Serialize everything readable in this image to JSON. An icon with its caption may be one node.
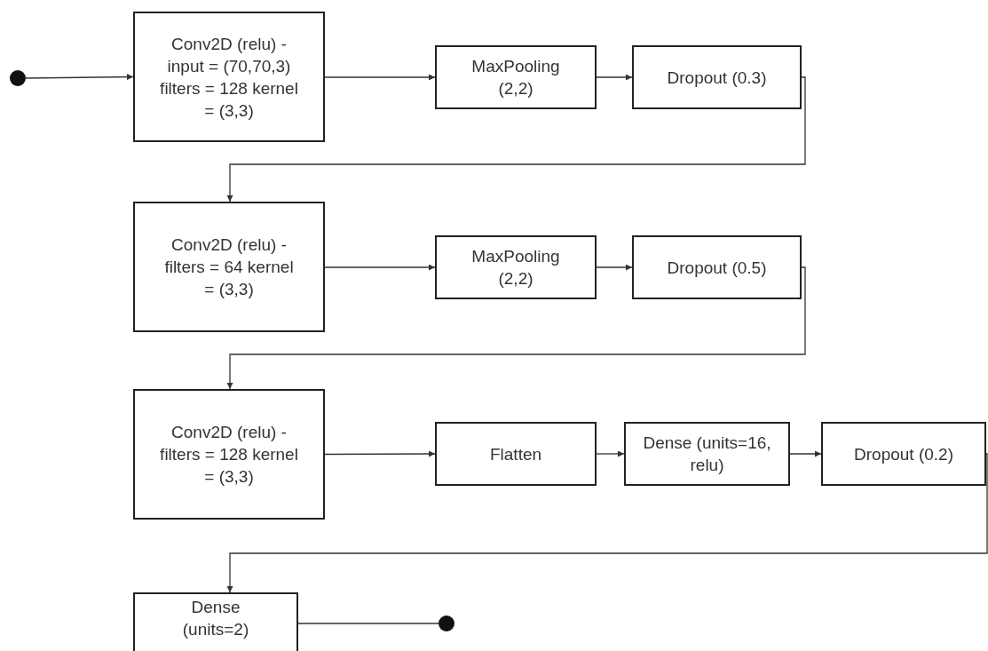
{
  "diagram": {
    "nodes": [
      {
        "text": [],
        "shape": "circle"
      },
      {
        "text": [
          "Conv2D (relu) - input = (70,70,3) filters = 128 kernel = (3,3)"
        ]
      },
      {
        "text": [
          "MaxPooling (2,2)"
        ]
      },
      {
        "text": [
          "Dropout (0.3)"
        ]
      },
      {
        "text": [
          "Conv2D (relu) - filters = 64 kernel = (3,3)"
        ]
      },
      {
        "text": [
          "MaxPooling (2,2)"
        ]
      },
      {
        "text": [
          "Dropout (0.5)"
        ]
      },
      {
        "text": [
          "Conv2D (relu) - filters = 128 kernel = (3,3)"
        ]
      },
      {
        "text": [
          "Flatten"
        ]
      },
      {
        "text": [
          "Dense (units=16, relu)"
        ]
      },
      {
        "text": [
          "Dropout (0.2)"
        ]
      },
      {
        "text": [
          "Dense (units=2)"
        ]
      },
      {
        "text": [],
        "shape": "circle"
      }
    ],
    "edges": [
      {
        "from": 0,
        "to": 1,
        "arrow": "to"
      },
      {
        "from": 1,
        "to": 2,
        "arrow": "to"
      },
      {
        "from": 2,
        "to": 3,
        "arrow": "to"
      },
      {
        "from": 3,
        "to": 4,
        "arrow": "to"
      },
      {
        "from": 4,
        "to": 5,
        "arrow": "to"
      },
      {
        "from": 5,
        "to": 6,
        "arrow": "to"
      },
      {
        "from": 6,
        "to": 7,
        "arrow": "to"
      },
      {
        "from": 7,
        "to": 8,
        "arrow": "to"
      },
      {
        "from": 8,
        "to": 9,
        "arrow": "to"
      },
      {
        "from": 9,
        "to": 10,
        "arrow": "to"
      },
      {
        "from": 10,
        "to": 11,
        "arrow": "to"
      },
      {
        "from": 11,
        "to": 12,
        "arrow": "none"
      }
    ]
  }
}
